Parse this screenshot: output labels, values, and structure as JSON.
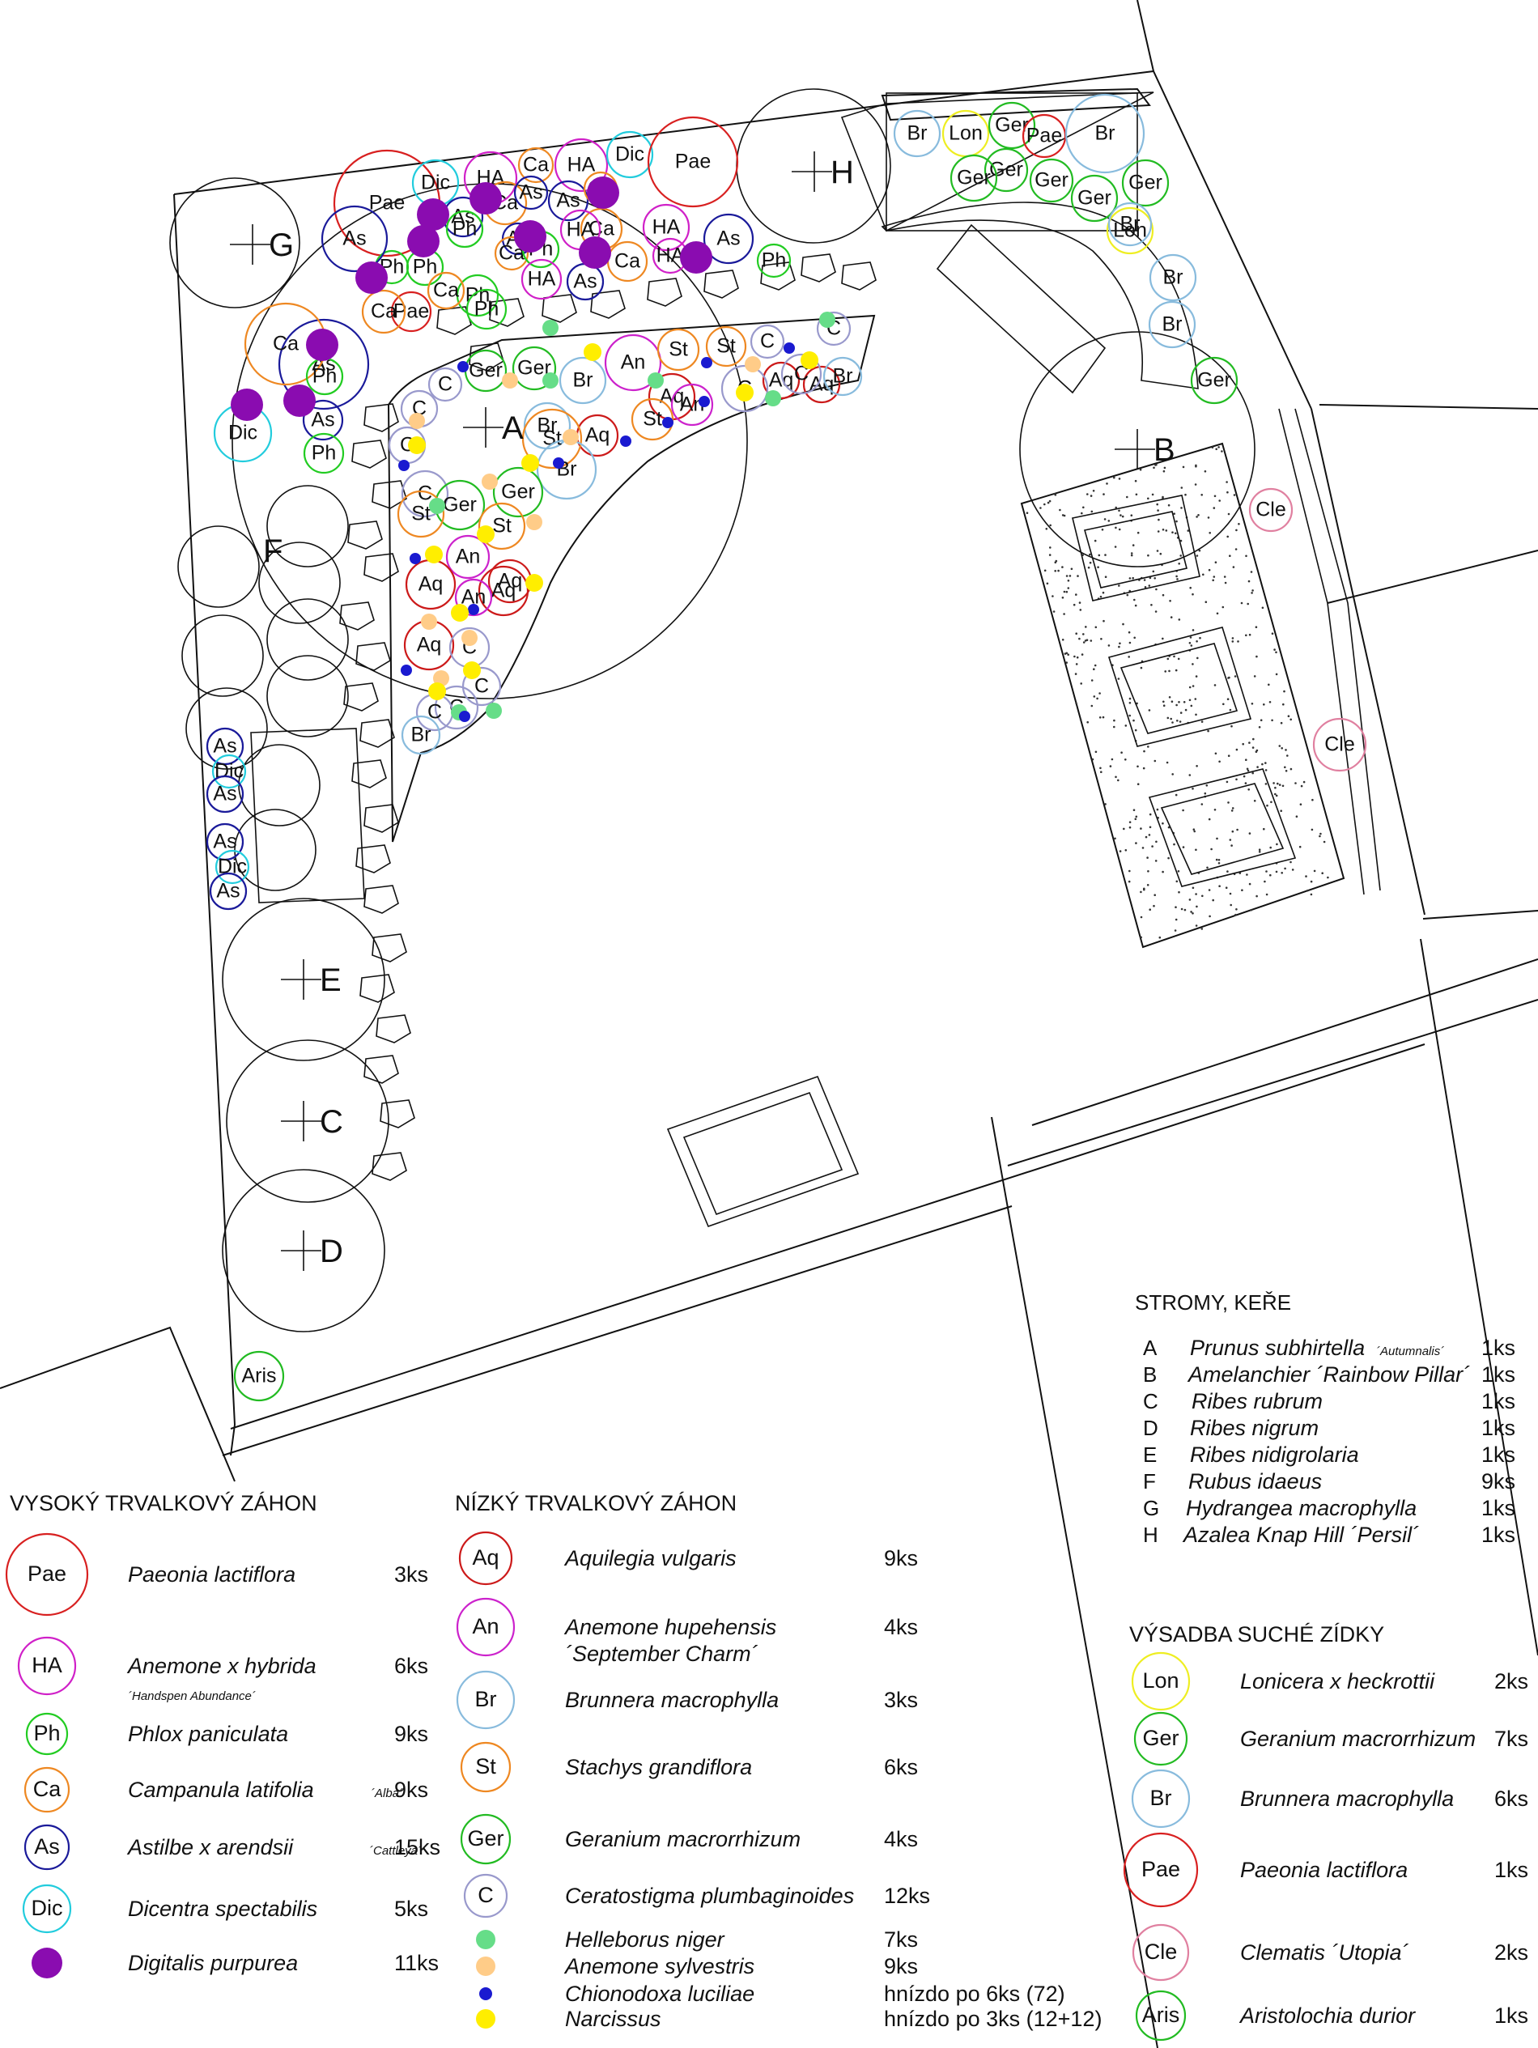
{
  "trees": {
    "title": "STROMY, KEŘE",
    "items": [
      {
        "code": "A",
        "name": "Prunus subhirtella",
        "note": "´Autumnalis´",
        "count": "1ks"
      },
      {
        "code": "B",
        "name": "Amelanchier ´Rainbow Pillar´",
        "note": "",
        "count": "1ks"
      },
      {
        "code": "C",
        "name": "Ribes rubrum",
        "note": "",
        "count": "1ks"
      },
      {
        "code": "D",
        "name": "Ribes nigrum",
        "note": "",
        "count": "1ks"
      },
      {
        "code": "E",
        "name": "Ribes nidigrolaria",
        "note": "",
        "count": "1ks"
      },
      {
        "code": "F",
        "name": "Rubus idaeus",
        "note": "",
        "count": "9ks"
      },
      {
        "code": "G",
        "name": "Hydrangea macrophylla",
        "note": "",
        "count": "1ks"
      },
      {
        "code": "H",
        "name": "Azalea Knap Hill ´Persil´",
        "note": "",
        "count": "1ks"
      }
    ]
  },
  "high_bed": {
    "title": "VYSOKÝ TRVALKOVÝ ZÁHON",
    "items": [
      {
        "code": "Pae",
        "name": "Paeonia lactiflora",
        "note": "",
        "count": "3ks",
        "color": "#d82020"
      },
      {
        "code": "HA",
        "name": "Anemone x hybrida",
        "note": "´Handspen Abundance´",
        "count": "6ks",
        "color": "#d020c8"
      },
      {
        "code": "Ph",
        "name": "Phlox paniculata",
        "note": "",
        "count": "9ks",
        "color": "#22cc22"
      },
      {
        "code": "Ca",
        "name": "Campanula latifolia",
        "note": "´Alba´",
        "count": "9ks",
        "color": "#ee8822"
      },
      {
        "code": "As",
        "name": "Astilbe x arendsii",
        "note": "´Cattleya´",
        "count": "15ks",
        "color": "#1a1a9a"
      },
      {
        "code": "Dic",
        "name": "Dicentra spectabilis",
        "note": "",
        "count": "5ks",
        "color": "#22ccdd"
      },
      {
        "code": "",
        "name": "Digitalis purpurea",
        "note": "",
        "count": "11ks",
        "color": "#8a0cb0"
      }
    ]
  },
  "low_bed": {
    "title": "NÍZKÝ TRVALKOVÝ ZÁHON",
    "items": [
      {
        "code": "Aq",
        "name": "Aquilegia vulgaris",
        "note": "",
        "count": "9ks",
        "color": "#cc1a1a"
      },
      {
        "code": "An",
        "name": "Anemone hupehensis",
        "note": "´September Charm´",
        "count": "4ks",
        "color": "#cc22cc"
      },
      {
        "code": "Br",
        "name": "Brunnera macrophylla",
        "note": "",
        "count": "3ks",
        "color": "#88bbdd"
      },
      {
        "code": "St",
        "name": "Stachys grandiflora",
        "note": "",
        "count": "6ks",
        "color": "#ee8822"
      },
      {
        "code": "Ger",
        "name": "Geranium macrorrhizum",
        "note": "",
        "count": "4ks",
        "color": "#22bb22"
      },
      {
        "code": "C",
        "name": "Ceratostigma plumbaginoides",
        "note": "",
        "count": "12ks",
        "color": "#9999cc"
      },
      {
        "code": "",
        "name": "Helleborus niger",
        "note": "",
        "count": "7ks",
        "color": "#66dd88"
      },
      {
        "code": "",
        "name": "Anemone sylvestris",
        "note": "",
        "count": "9ks",
        "color": "#ffcc88"
      },
      {
        "code": "",
        "name": "Chionodoxa luciliae",
        "note": "",
        "count": "hnízdo po 6ks (72)",
        "color": "#1a1ad0"
      },
      {
        "code": "",
        "name": "Narcissus",
        "note": "",
        "count": "hnízdo po 3ks (12+12)",
        "color": "#ffee00"
      }
    ]
  },
  "dry_wall": {
    "title": "VÝSADBA SUCHÉ ZÍDKY",
    "items": [
      {
        "code": "Lon",
        "name": "Lonicera x heckrottii",
        "note": "",
        "count": "2ks",
        "color": "#eeee22"
      },
      {
        "code": "Ger",
        "name": "Geranium macrorrhizum",
        "note": "",
        "count": "7ks",
        "color": "#22bb22"
      },
      {
        "code": "Br",
        "name": "Brunnera macrophylla",
        "note": "",
        "count": "6ks",
        "color": "#88bbdd"
      },
      {
        "code": "Pae",
        "name": "Paeonia lactiflora",
        "note": "",
        "count": "1ks",
        "color": "#d82020"
      },
      {
        "code": "Cle",
        "name": "Clematis ´Utopia´",
        "note": "",
        "count": "2ks",
        "color": "#e080a0"
      },
      {
        "code": "Aris",
        "name": "Aristolochia durior",
        "note": "",
        "count": "1ks",
        "color": "#22bb22"
      }
    ]
  },
  "plan_labels": {
    "tree_letters": [
      "A",
      "B",
      "C",
      "D",
      "E",
      "F",
      "G",
      "H"
    ],
    "plant_codes": [
      "Pae",
      "Dic",
      "HA",
      "Ca",
      "HA",
      "Dic",
      "Pae",
      "As",
      "Ca",
      "As",
      "As",
      "Ca",
      "As",
      "Ph",
      "Ca",
      "Ph",
      "Ca",
      "HA",
      "HA",
      "As",
      "Ph",
      "Ph",
      "Ph",
      "Ph",
      "Ca",
      "Ph",
      "HA",
      "As",
      "Ca",
      "HA",
      "As",
      "Pae",
      "Ca",
      "As",
      "Ca",
      "Ph",
      "Dic",
      "As",
      "Ph",
      "Ger",
      "Ger",
      "C",
      "Br",
      "Br",
      "An",
      "St",
      "St",
      "C",
      "C",
      "Aq",
      "Aq",
      "Aq",
      "An",
      "Aq",
      "St",
      "C",
      "C",
      "C",
      "C",
      "Br",
      "C",
      "Ger",
      "St",
      "Br",
      "Ger",
      "St",
      "St",
      "An",
      "Aq",
      "Aq",
      "Aq",
      "An",
      "Aq",
      "C",
      "C",
      "C",
      "C",
      "Br",
      "Br",
      "Lon",
      "Ger",
      "Pae",
      "Br",
      "Ger",
      "Ger",
      "Ger",
      "Ger",
      "Ger",
      "Lon",
      "Br",
      "Br",
      "Br",
      "Ger",
      "Cle",
      "Cle",
      "As",
      "Dic",
      "As",
      "As",
      "Dic",
      "As",
      "Aris"
    ]
  }
}
